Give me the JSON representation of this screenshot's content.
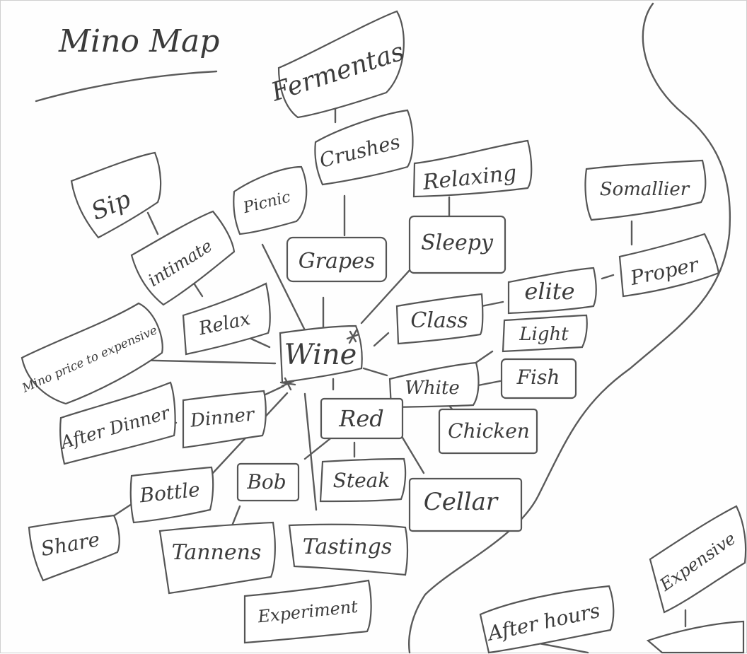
{
  "title": "Mino Map",
  "colors": {
    "ink": "#5a5a5a",
    "paper": "#fefefe"
  },
  "nodes": [
    {
      "id": "wine",
      "label": "Wine"
    },
    {
      "id": "fermentas",
      "label": "Fermentas"
    },
    {
      "id": "crushes",
      "label": "Crushes"
    },
    {
      "id": "grapes",
      "label": "Grapes"
    },
    {
      "id": "relaxing",
      "label": "Relaxing"
    },
    {
      "id": "sleepy",
      "label": "Sleepy"
    },
    {
      "id": "picnic",
      "label": "Picnic"
    },
    {
      "id": "sip",
      "label": "Sip"
    },
    {
      "id": "intimate",
      "label": "intimate"
    },
    {
      "id": "relax",
      "label": "Relax"
    },
    {
      "id": "price",
      "label": "Mino price to expensive"
    },
    {
      "id": "sommelier",
      "label": "Somallier"
    },
    {
      "id": "proper",
      "label": "Proper"
    },
    {
      "id": "elite",
      "label": "elite"
    },
    {
      "id": "class",
      "label": "Class"
    },
    {
      "id": "light",
      "label": "Light"
    },
    {
      "id": "fish",
      "label": "Fish"
    },
    {
      "id": "white",
      "label": "White"
    },
    {
      "id": "chicken",
      "label": "Chicken"
    },
    {
      "id": "afterdinner",
      "label": "After Dinner"
    },
    {
      "id": "dinner",
      "label": "Dinner"
    },
    {
      "id": "red",
      "label": "Red"
    },
    {
      "id": "steak",
      "label": "Steak"
    },
    {
      "id": "cellar",
      "label": "Cellar"
    },
    {
      "id": "bottle",
      "label": "Bottle"
    },
    {
      "id": "bob",
      "label": "Bob"
    },
    {
      "id": "share",
      "label": "Share"
    },
    {
      "id": "tannens",
      "label": "Tannens"
    },
    {
      "id": "tastings",
      "label": "Tastings"
    },
    {
      "id": "experiment",
      "label": "Experiment"
    },
    {
      "id": "afterhours",
      "label": "After hours"
    },
    {
      "id": "expensive",
      "label": "Expensive"
    }
  ]
}
